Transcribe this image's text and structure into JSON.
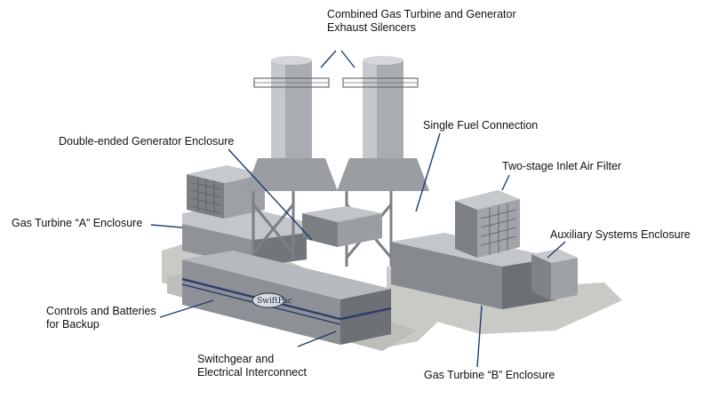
{
  "labels": {
    "exhaust_silencers": [
      "Combined Gas Turbine and Generator",
      "Exhaust Silencers"
    ],
    "generator_enclosure": "Double-ended Generator Enclosure",
    "fuel_connection": "Single Fuel Connection",
    "inlet_air_filter": "Two-stage Inlet Air Filter",
    "turbine_a_enclosure": "Gas Turbine “A” Enclosure",
    "auxiliary_enclosure": "Auxiliary Systems Enclosure",
    "controls_batteries": [
      "Controls and Batteries",
      "for Backup"
    ],
    "switchgear": [
      "Switchgear and",
      "Electrical Interconnect"
    ],
    "turbine_b_enclosure": "Gas Turbine “B” Enclosure"
  },
  "logo": {
    "text": "SwiftPac"
  },
  "colors": {
    "pad": "#c9c9c6",
    "steel_light": "#b9bcc0",
    "steel_mid": "#8f9398",
    "steel_dark": "#5f6368",
    "leader_line": "#1e3f6e",
    "stripe": "#2f3f6b"
  }
}
